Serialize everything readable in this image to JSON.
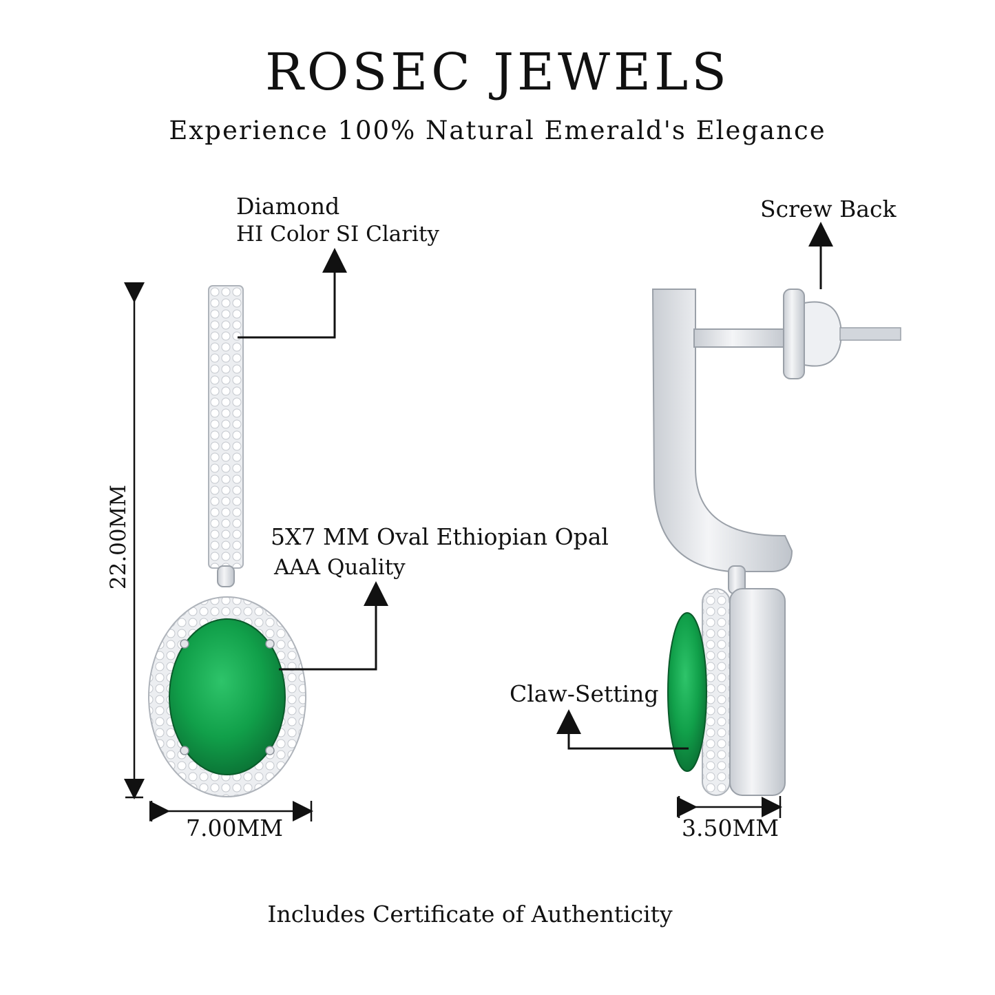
{
  "brand": "ROSEC JEWELS",
  "tagline": "Experience 100% Natural Emerald's Elegance",
  "labels": {
    "diamond_title": "Diamond",
    "diamond_sub": "HI Color SI Clarity",
    "screw_back": "Screw Back",
    "opal_title": "5X7 MM Oval Ethiopian Opal",
    "opal_sub": "AAA Quality",
    "claw_setting": "Claw-Setting"
  },
  "dimensions": {
    "height": "22.00MM",
    "width": "7.00MM",
    "depth": "3.50MM"
  },
  "footer": "Includes Certificate of Authenticity",
  "colors": {
    "emerald": "#11a04a",
    "emerald_dark": "#0a6e33",
    "metal": "#e6e8ec",
    "metal_shade": "#b9bec6",
    "text": "#111111"
  }
}
